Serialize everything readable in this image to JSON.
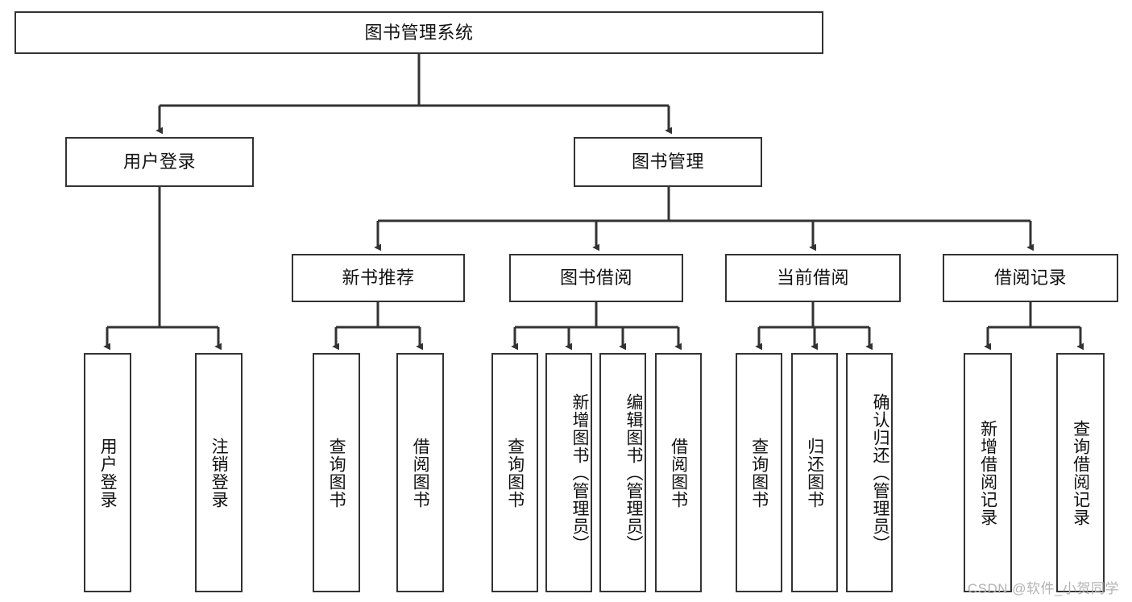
{
  "diagram": {
    "type": "tree",
    "title": "图书管理系统",
    "watermark": "CSDN @软件_小贺同学",
    "colors": {
      "box_border": "#333333",
      "box_fill": "#ffffff",
      "edge": "#333333",
      "text": "#111111",
      "watermark": "#b3b3b3"
    },
    "nodes": {
      "root": "图书管理系统",
      "level2": {
        "user_login": "用户登录",
        "book_manage": "图书管理"
      },
      "level3": {
        "new_book_rec": "新书推荐",
        "book_borrow": "图书借阅",
        "current_borrow": "当前借阅",
        "borrow_record": "借阅记录"
      },
      "leaves": {
        "user_login_1": "用户登录",
        "user_login_2": "注销登录",
        "new_book_rec_1": "查询图书",
        "new_book_rec_2": "借阅图书",
        "book_borrow_1": "查询图书",
        "book_borrow_2": "新增图书（管理员）",
        "book_borrow_3": "编辑图书（管理员）",
        "book_borrow_4": "借阅图书",
        "current_borrow_1": "查询图书",
        "current_borrow_2": "归还图书",
        "current_borrow_3": "确认归还（管理员）",
        "borrow_record_1": "新增借阅记录",
        "borrow_record_2": "查询借阅记录"
      }
    },
    "edges": [
      {
        "from": "root",
        "to": "user_login"
      },
      {
        "from": "root",
        "to": "book_manage"
      },
      {
        "from": "user_login",
        "to": "user_login_1"
      },
      {
        "from": "user_login",
        "to": "user_login_2"
      },
      {
        "from": "book_manage",
        "to": "new_book_rec"
      },
      {
        "from": "book_manage",
        "to": "book_borrow"
      },
      {
        "from": "book_manage",
        "to": "current_borrow"
      },
      {
        "from": "book_manage",
        "to": "borrow_record"
      },
      {
        "from": "new_book_rec",
        "to": "new_book_rec_1"
      },
      {
        "from": "new_book_rec",
        "to": "new_book_rec_2"
      },
      {
        "from": "book_borrow",
        "to": "book_borrow_1"
      },
      {
        "from": "book_borrow",
        "to": "book_borrow_2"
      },
      {
        "from": "book_borrow",
        "to": "book_borrow_3"
      },
      {
        "from": "book_borrow",
        "to": "book_borrow_4"
      },
      {
        "from": "current_borrow",
        "to": "current_borrow_1"
      },
      {
        "from": "current_borrow",
        "to": "current_borrow_2"
      },
      {
        "from": "current_borrow",
        "to": "current_borrow_3"
      },
      {
        "from": "borrow_record",
        "to": "borrow_record_1"
      },
      {
        "from": "borrow_record",
        "to": "borrow_record_2"
      }
    ]
  }
}
